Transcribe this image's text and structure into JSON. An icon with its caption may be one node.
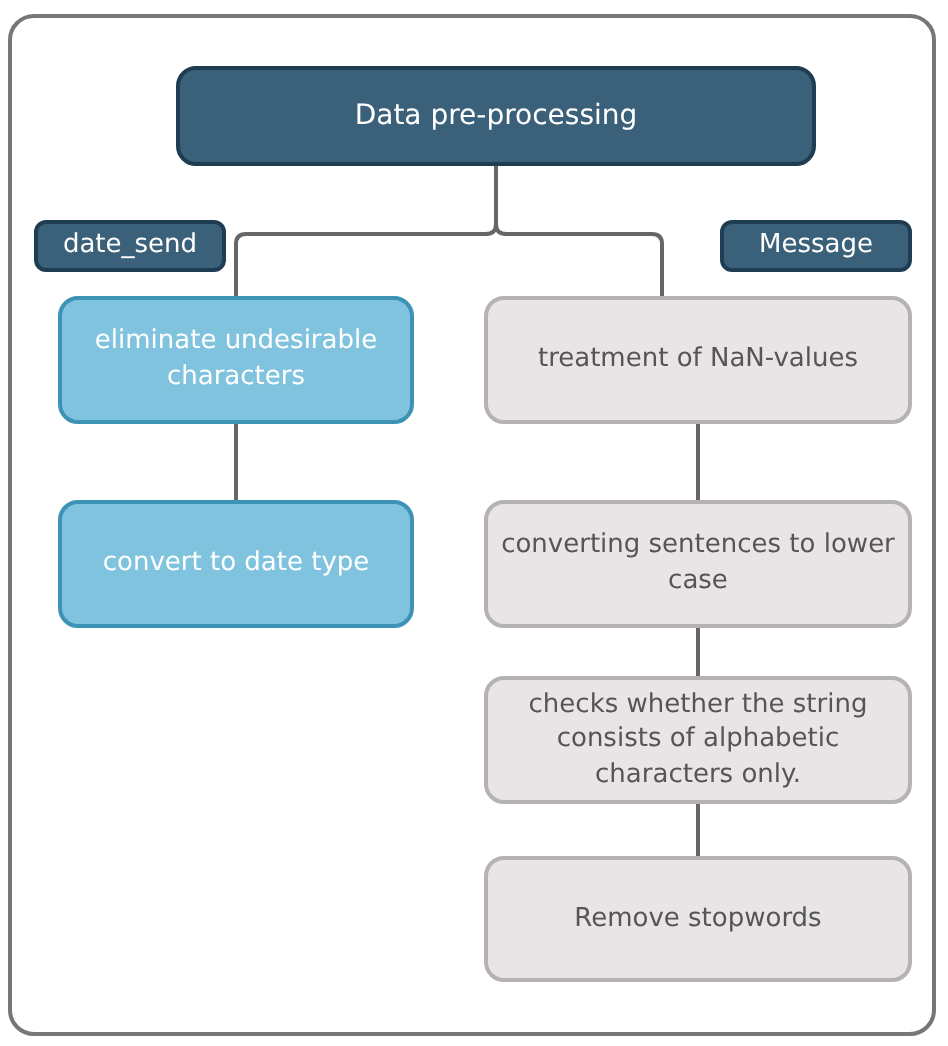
{
  "diagram": {
    "nodes": [
      {
        "text": [
          "Data pre-processing"
        ]
      },
      {
        "text": [
          "date_send"
        ]
      },
      {
        "text": [
          "Message"
        ]
      },
      {
        "text": [
          "eliminate undesirable characters"
        ]
      },
      {
        "text": [
          "convert to date type"
        ]
      },
      {
        "text": [
          "treatment of NaN-values"
        ]
      },
      {
        "text": [
          "converting sentences to lower case"
        ]
      },
      {
        "text": [
          "checks whether the string consists of alphabetic characters only."
        ]
      },
      {
        "text": [
          "Remove stopwords"
        ]
      }
    ],
    "edges": [
      {
        "from": 0,
        "to": 3,
        "arrow": "none"
      },
      {
        "from": 0,
        "to": 5,
        "arrow": "none"
      },
      {
        "from": 3,
        "to": 4,
        "arrow": "none"
      },
      {
        "from": 5,
        "to": 6,
        "arrow": "none"
      },
      {
        "from": 6,
        "to": 7,
        "arrow": "none"
      },
      {
        "from": 7,
        "to": 8,
        "arrow": "none"
      }
    ]
  }
}
